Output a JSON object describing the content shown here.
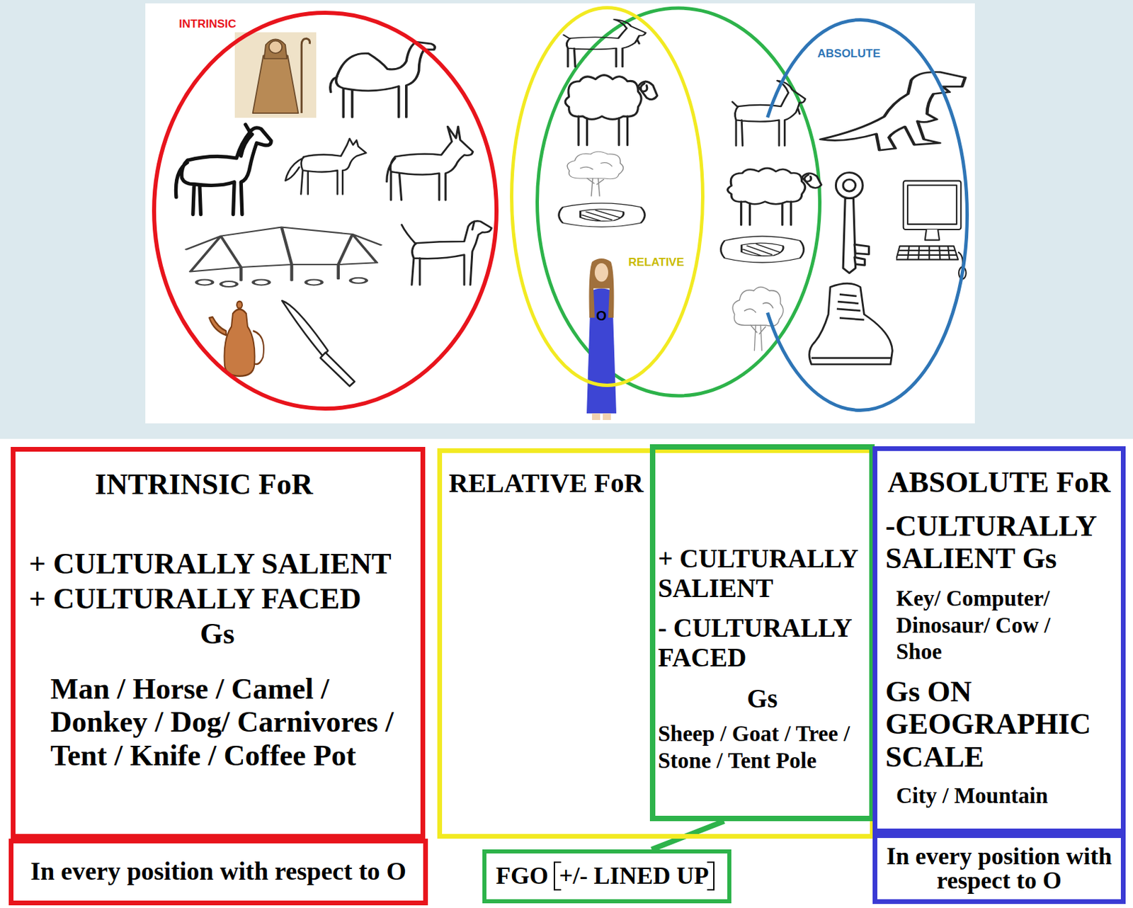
{
  "diagram": {
    "nodes": [
      {
        "text": [
          "INTRINSIC"
        ]
      },
      {
        "text": [
          "RELATIVE"
        ]
      },
      {
        "text": [
          "ABSOLUTE"
        ]
      },
      {
        "text": [
          "INTRINSIC FoR",
          "+ CULTURALLY SALIENT",
          "+ CULTURALLY FACED",
          "Gs",
          "Man / Horse / Camel / Donkey / Dog/ Carnivores / Tent / Knife / Coffee Pot"
        ]
      },
      {
        "text": [
          "RELATIVE FoR"
        ]
      },
      {
        "text": [
          "+ CULTURALLY SALIENT",
          "- CULTURALLY FACED",
          "Gs",
          "Sheep / Goat / Tree / Stone / Tent Pole"
        ]
      },
      {
        "text": [
          "ABSOLUTE FoR",
          "-CULTURALLY SALIENT Gs",
          "Key/ Computer/ Dinosaur/ Cow / Shoe",
          "Gs ON GEOGRAPHIC SCALE",
          "City / Mountain"
        ]
      },
      {
        "text": [
          "In every position with respect to O"
        ]
      },
      {
        "text": [
          "FGO",
          "+/- LINED UP"
        ]
      },
      {
        "text": [
          "In every position with respect to O"
        ]
      }
    ],
    "edges": [
      {
        "from": 5,
        "to": 8,
        "arrow": "none"
      }
    ],
    "labels": [
      "O"
    ]
  }
}
